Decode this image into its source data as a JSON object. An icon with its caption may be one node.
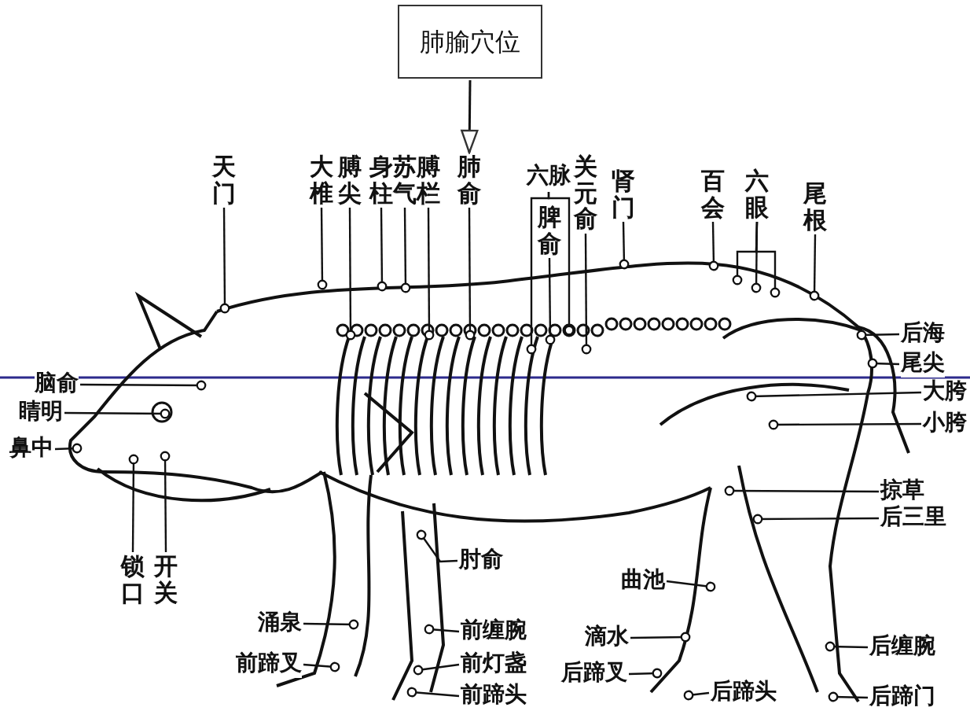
{
  "diagram": {
    "nodes": [
      {
        "text": [
          "肺腧穴位"
        ]
      },
      {
        "text": [
          "天门"
        ]
      },
      {
        "text": [
          "大椎"
        ]
      },
      {
        "text": [
          "膊尖"
        ]
      },
      {
        "text": [
          "身柱"
        ]
      },
      {
        "text": [
          "苏气"
        ]
      },
      {
        "text": [
          "膊栏"
        ]
      },
      {
        "text": [
          "肺俞"
        ]
      },
      {
        "text": [
          "六脉"
        ]
      },
      {
        "text": [
          "脾俞"
        ]
      },
      {
        "text": [
          "关元俞"
        ]
      },
      {
        "text": [
          "肾门"
        ]
      },
      {
        "text": [
          "百会"
        ]
      },
      {
        "text": [
          "六眼"
        ]
      },
      {
        "text": [
          "尾根"
        ]
      },
      {
        "text": [
          "脑俞"
        ]
      },
      {
        "text": [
          "睛明"
        ]
      },
      {
        "text": [
          "鼻中"
        ]
      },
      {
        "text": [
          "锁口"
        ]
      },
      {
        "text": [
          "开关"
        ]
      },
      {
        "text": [
          "肘俞"
        ]
      },
      {
        "text": [
          "涌泉"
        ]
      },
      {
        "text": [
          "前蹄叉"
        ]
      },
      {
        "text": [
          "前缠腕"
        ]
      },
      {
        "text": [
          "前灯盏"
        ]
      },
      {
        "text": [
          "前蹄头"
        ]
      },
      {
        "text": [
          "曲池"
        ]
      },
      {
        "text": [
          "滴水"
        ]
      },
      {
        "text": [
          "后蹄叉"
        ]
      },
      {
        "text": [
          "后蹄头"
        ]
      },
      {
        "text": [
          "后缠腕"
        ]
      },
      {
        "text": [
          "后蹄门"
        ]
      },
      {
        "text": [
          "后海"
        ]
      },
      {
        "text": [
          "尾尖"
        ]
      },
      {
        "text": [
          "大胯"
        ]
      },
      {
        "text": [
          "小胯"
        ]
      },
      {
        "text": [
          "掠草"
        ]
      },
      {
        "text": [
          "后三里"
        ]
      }
    ],
    "edges": [
      {
        "from": 0,
        "to": 7,
        "arrow": "to"
      },
      {
        "from": 1,
        "to": null,
        "arrow": "other"
      },
      {
        "from": 2,
        "to": null,
        "arrow": "other"
      },
      {
        "from": 3,
        "to": null,
        "arrow": "other"
      },
      {
        "from": 4,
        "to": null,
        "arrow": "other"
      },
      {
        "from": 5,
        "to": null,
        "arrow": "other"
      },
      {
        "from": 6,
        "to": null,
        "arrow": "other"
      },
      {
        "from": 7,
        "to": null,
        "arrow": "other"
      },
      {
        "from": 8,
        "to": null,
        "arrow": "other"
      },
      {
        "from": 8,
        "to": null,
        "arrow": "other"
      },
      {
        "from": 9,
        "to": null,
        "arrow": "other"
      },
      {
        "from": 10,
        "to": null,
        "arrow": "other"
      },
      {
        "from": 11,
        "to": null,
        "arrow": "other"
      },
      {
        "from": 12,
        "to": null,
        "arrow": "other"
      },
      {
        "from": 13,
        "to": null,
        "arrow": "other"
      },
      {
        "from": 13,
        "to": null,
        "arrow": "other"
      },
      {
        "from": 13,
        "to": null,
        "arrow": "other"
      },
      {
        "from": 14,
        "to": null,
        "arrow": "other"
      },
      {
        "from": 15,
        "to": null,
        "arrow": "other"
      },
      {
        "from": 16,
        "to": null,
        "arrow": "other"
      },
      {
        "from": 17,
        "to": null,
        "arrow": "other"
      },
      {
        "from": 18,
        "to": null,
        "arrow": "other"
      },
      {
        "from": 19,
        "to": null,
        "arrow": "other"
      },
      {
        "from": 20,
        "to": null,
        "arrow": "other"
      },
      {
        "from": 21,
        "to": null,
        "arrow": "other"
      },
      {
        "from": 22,
        "to": null,
        "arrow": "other"
      },
      {
        "from": 23,
        "to": null,
        "arrow": "other"
      },
      {
        "from": 24,
        "to": null,
        "arrow": "other"
      },
      {
        "from": 25,
        "to": null,
        "arrow": "other"
      },
      {
        "from": 26,
        "to": null,
        "arrow": "other"
      },
      {
        "from": 27,
        "to": null,
        "arrow": "other"
      },
      {
        "from": 28,
        "to": null,
        "arrow": "other"
      },
      {
        "from": 29,
        "to": null,
        "arrow": "other"
      },
      {
        "from": 30,
        "to": null,
        "arrow": "other"
      },
      {
        "from": 31,
        "to": null,
        "arrow": "other"
      },
      {
        "from": 32,
        "to": null,
        "arrow": "other"
      },
      {
        "from": 33,
        "to": null,
        "arrow": "other"
      },
      {
        "from": 34,
        "to": null,
        "arrow": "other"
      },
      {
        "from": 35,
        "to": null,
        "arrow": "other"
      },
      {
        "from": 36,
        "to": null,
        "arrow": "other"
      },
      {
        "from": 37,
        "to": null,
        "arrow": "other"
      }
    ]
  }
}
